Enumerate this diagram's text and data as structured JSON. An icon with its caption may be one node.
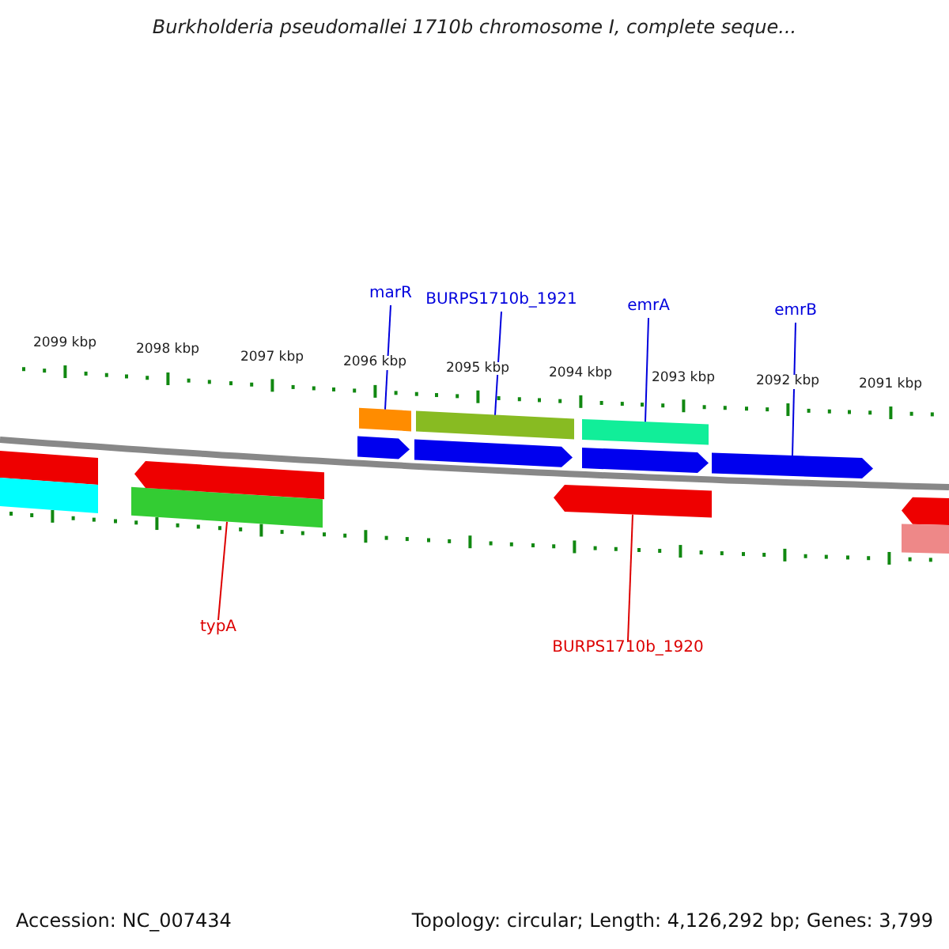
{
  "diagram": {
    "title": "Burkholderia pseudomallei 1710b chromosome I, complete seque...",
    "nodes": [
      {
        "text": [
          "marR"
        ]
      },
      {
        "text": [
          "BURPS1710b_1921"
        ]
      },
      {
        "text": [
          "emrA"
        ]
      },
      {
        "text": [
          "emrB"
        ]
      },
      {
        "text": [
          "typA"
        ]
      },
      {
        "text": [
          "BURPS1710b_1920"
        ]
      },
      {
        "text": [],
        "shape": "bar"
      },
      {
        "text": [],
        "shape": "bar"
      },
      {
        "text": [],
        "shape": "bar"
      },
      {
        "text": [],
        "shape": "bar"
      },
      {
        "text": [],
        "shape": "bar"
      },
      {
        "text": [],
        "shape": "bar"
      },
      {
        "text": [],
        "shape": "bar"
      },
      {
        "text": [],
        "shape": "bar"
      },
      {
        "text": [],
        "shape": "bar"
      },
      {
        "text": [],
        "shape": "bar"
      },
      {
        "text": [],
        "shape": "bar"
      },
      {
        "text": [],
        "shape": "bar"
      },
      {
        "text": [],
        "shape": "bar"
      },
      {
        "text": [],
        "shape": "bar"
      }
    ],
    "edges": [
      {
        "from": 0,
        "to": 11,
        "arrow": "none"
      },
      {
        "from": 1,
        "to": 12,
        "arrow": "none"
      },
      {
        "from": 2,
        "to": 15,
        "arrow": "none"
      },
      {
        "from": 3,
        "to": 17,
        "arrow": "none"
      },
      {
        "from": 4,
        "to": 8,
        "arrow": "none",
        "color": "#dd0000"
      },
      {
        "from": 5,
        "to": 14,
        "arrow": "none",
        "color": "#dd0000"
      }
    ],
    "labels": [
      "2099 kbp",
      "2098 kbp",
      "2097 kbp",
      "2096 kbp",
      "2095 kbp",
      "2094 kbp",
      "2093 kbp",
      "2092 kbp",
      "2091 kbp",
      "Accession: NC_007434",
      "Topology: circular; Length: 4,126,292 bp; Genes: 3,799"
    ]
  }
}
